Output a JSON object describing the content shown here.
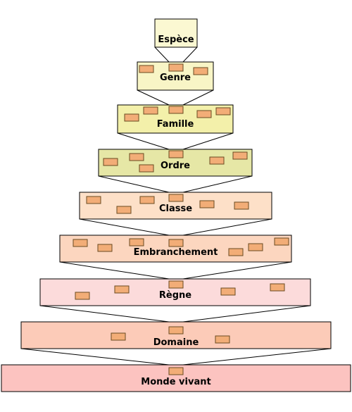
{
  "levels": [
    {
      "label": "Espèce",
      "fill": "#fbf8d2"
    },
    {
      "label": "Genre",
      "fill": "#f8f5c6"
    },
    {
      "label": "Famille",
      "fill": "#f3f0aa"
    },
    {
      "label": "Ordre",
      "fill": "#e6e7a6"
    },
    {
      "label": "Classe",
      "fill": "#fde0c8"
    },
    {
      "label": "Embranchement",
      "fill": "#fcd6bf"
    },
    {
      "label": "Règne",
      "fill": "#fcdbdb"
    },
    {
      "label": "Domaine",
      "fill": "#fccbb8"
    },
    {
      "label": "Monde vivant",
      "fill": "#fcc3c0"
    }
  ],
  "colors": {
    "stroke": "#000000",
    "chip_fill": "#f2ad77",
    "chip_stroke": "#6a4b22"
  }
}
